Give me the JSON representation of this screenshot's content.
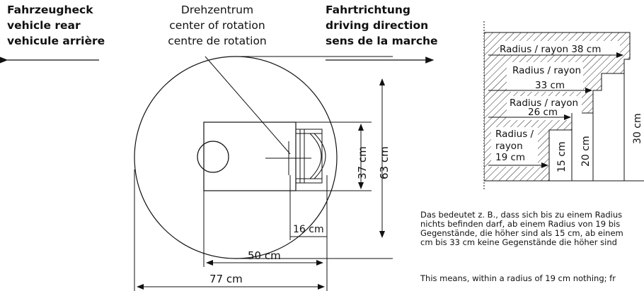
{
  "headers": {
    "rear": [
      "Fahrzeugheck",
      "vehicle rear",
      "vehicule arrière"
    ],
    "center": [
      "Drehzentrum",
      "center of rotation",
      "centre de rotation"
    ],
    "direction": [
      "Fahrtrichtung",
      "driving direction",
      "sens de la marche"
    ]
  },
  "dimensions": {
    "width_37": "37 cm",
    "height_63": "63 cm",
    "offset_16": "16 cm",
    "length_50": "50 cm",
    "length_77": "77 cm"
  },
  "radius_zones": {
    "r38": "Radius / rayon 38 cm",
    "r33_line1": "Radius / rayon",
    "r33_line2": "33 cm",
    "r26_line1": "Radius / rayon",
    "r26_line2": "26 cm",
    "r19_line1": "Radius /",
    "r19_line2": "rayon",
    "r19_line3": "19 cm",
    "h15": "15 cm",
    "h20": "20 cm",
    "h30": "30 cm"
  },
  "description_de": [
    "Das bedeutet z. B., dass sich bis zu einem Radius",
    "nichts befinden darf, ab einem Radius von 19 bis",
    "Gegenstände, die höher sind als 15 cm, ab einem",
    "cm bis 33 cm keine Gegenstände die höher sind"
  ],
  "description_en": "This means, within a radius of 19 cm nothing; fr"
}
